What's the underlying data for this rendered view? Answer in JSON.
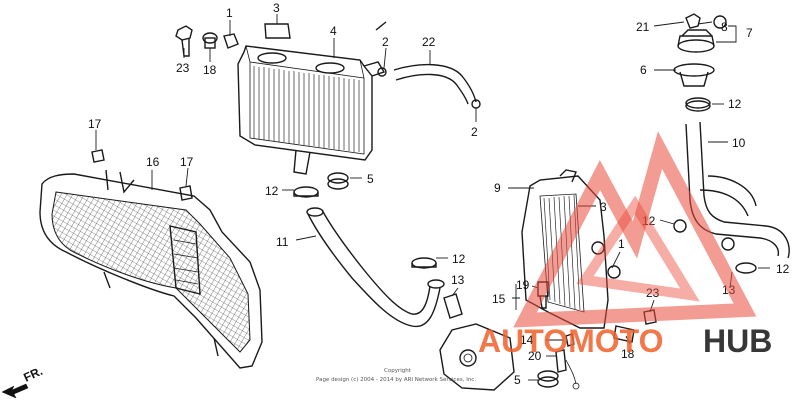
{
  "callouts": [
    {
      "id": "c1a",
      "text": "1"
    },
    {
      "id": "c3a",
      "text": "3"
    },
    {
      "id": "c4",
      "text": "4"
    },
    {
      "id": "c2a",
      "text": "2"
    },
    {
      "id": "c22",
      "text": "22"
    },
    {
      "id": "c23a",
      "text": "23"
    },
    {
      "id": "c18a",
      "text": "18"
    },
    {
      "id": "c21",
      "text": "21"
    },
    {
      "id": "c8",
      "text": "8"
    },
    {
      "id": "c7",
      "text": "7"
    },
    {
      "id": "c6",
      "text": "6"
    },
    {
      "id": "c12a",
      "text": "12"
    },
    {
      "id": "c17a",
      "text": "17"
    },
    {
      "id": "c16",
      "text": "16"
    },
    {
      "id": "c17b",
      "text": "17"
    },
    {
      "id": "c2b",
      "text": "2"
    },
    {
      "id": "c10",
      "text": "10"
    },
    {
      "id": "c9",
      "text": "9"
    },
    {
      "id": "c12b",
      "text": "12"
    },
    {
      "id": "c5a",
      "text": "5"
    },
    {
      "id": "c3b",
      "text": "3"
    },
    {
      "id": "c11",
      "text": "11"
    },
    {
      "id": "c12c",
      "text": "12"
    },
    {
      "id": "c12d",
      "text": "12"
    },
    {
      "id": "c1b",
      "text": "1"
    },
    {
      "id": "c13a",
      "text": "13"
    },
    {
      "id": "c13b",
      "text": "13"
    },
    {
      "id": "c12e",
      "text": "12"
    },
    {
      "id": "c19",
      "text": "19"
    },
    {
      "id": "c15",
      "text": "15"
    },
    {
      "id": "c23b",
      "text": "23"
    },
    {
      "id": "c14",
      "text": "14"
    },
    {
      "id": "c18b",
      "text": "18"
    },
    {
      "id": "c20",
      "text": "20"
    },
    {
      "id": "c5b",
      "text": "5"
    }
  ],
  "direction_label": "FR.",
  "copyright": {
    "line1": "Copyright",
    "line2": "Page design (c) 2004 - 2014 by ARI Network Services, Inc."
  },
  "watermark": {
    "part1": "AUTOMOTO",
    "part2": "HUB",
    "color1": "#f0602a",
    "color2": "#222222",
    "triangle_color": "#e84a3a"
  }
}
